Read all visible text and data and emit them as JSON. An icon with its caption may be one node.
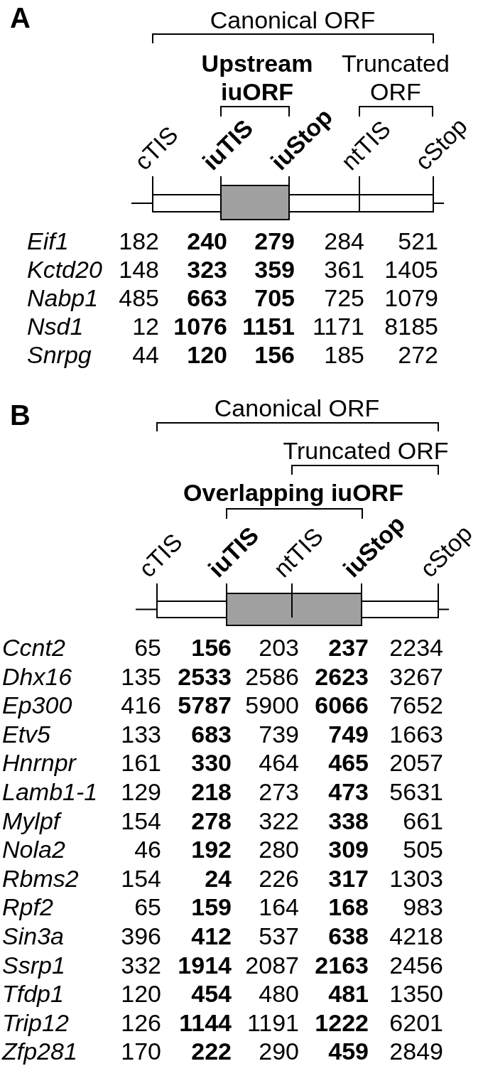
{
  "diagram": {
    "labels": [
      "A",
      "Canonical ORF",
      "Upstream iuORF",
      "Truncated ORF",
      "cTIS",
      "iuTIS",
      "iuStop",
      "ntTIS",
      "cStop",
      "Eif1",
      "182",
      "240",
      "279",
      "284",
      "521",
      "Kctd20",
      "148",
      "323",
      "359",
      "361",
      "1405",
      "Nabp1",
      "485",
      "663",
      "705",
      "725",
      "1079",
      "Nsd1",
      "12",
      "1076",
      "1151",
      "1171",
      "8185",
      "Snrpg",
      "44",
      "120",
      "156",
      "185",
      "272",
      "B",
      "Canonical ORF",
      "Truncated ORF",
      "Overlapping iuORF",
      "cTIS",
      "iuTIS",
      "ntTIS",
      "iuStop",
      "cStop",
      "Ccnt2",
      "65",
      "156",
      "203",
      "237",
      "2234",
      "Dhx16",
      "135",
      "2533",
      "2586",
      "2623",
      "3267",
      "Ep300",
      "416",
      "5787",
      "5900",
      "6066",
      "7652",
      "Etv5",
      "133",
      "683",
      "739",
      "749",
      "1663",
      "Hnrnpr",
      "161",
      "330",
      "464",
      "465",
      "2057",
      "Lamb1-1",
      "129",
      "218",
      "273",
      "473",
      "5631",
      "Mylpf",
      "154",
      "278",
      "322",
      "338",
      "661",
      "Nola2",
      "46",
      "192",
      "280",
      "309",
      "505",
      "Rbms2",
      "154",
      "24",
      "226",
      "317",
      "1303",
      "Rpf2",
      "65",
      "159",
      "164",
      "168",
      "983",
      "Sin3a",
      "396",
      "412",
      "537",
      "638",
      "4218",
      "Ssrp1",
      "332",
      "1914",
      "2087",
      "2163",
      "2456",
      "Tfdp1",
      "120",
      "454",
      "480",
      "481",
      "1350",
      "Trip12",
      "126",
      "1144",
      "1191",
      "1222",
      "6201",
      "Zfp281",
      "170",
      "222",
      "290",
      "459",
      "2849"
    ]
  }
}
